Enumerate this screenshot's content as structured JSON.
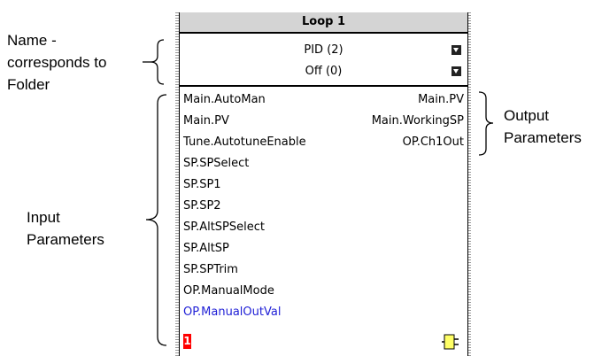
{
  "annotations": {
    "name_label": [
      "Name -",
      "corresponds to",
      "Folder"
    ],
    "output_label": [
      "Output",
      "Parameters"
    ],
    "input_label": [
      "Input",
      "Parameters"
    ]
  },
  "block": {
    "title": "Loop 1",
    "selectors": [
      "PID (2)",
      "Off (0)"
    ],
    "inputs": [
      {
        "label": "Main.AutoMan",
        "color": "#000000"
      },
      {
        "label": "Main.PV",
        "color": "#000000"
      },
      {
        "label": "Tune.AutotuneEnable",
        "color": "#000000"
      },
      {
        "label": "SP.SPSelect",
        "color": "#000000"
      },
      {
        "label": "SP.SP1",
        "color": "#000000"
      },
      {
        "label": "SP.SP2",
        "color": "#000000"
      },
      {
        "label": "SP.AltSPSelect",
        "color": "#000000"
      },
      {
        "label": "SP.AltSP",
        "color": "#000000"
      },
      {
        "label": "SP.SPTrim",
        "color": "#000000"
      },
      {
        "label": "OP.ManualMode",
        "color": "#000000"
      },
      {
        "label": "OP.ManualOutVal",
        "color": "#1f1fd6"
      }
    ],
    "outputs": [
      "Main.PV",
      "Main.WorkingSP",
      "OP.Ch1Out"
    ],
    "block_id": "1",
    "id_color": "#ff0000",
    "icons": [
      "dropdown-icon",
      "block-connector-icon"
    ]
  }
}
